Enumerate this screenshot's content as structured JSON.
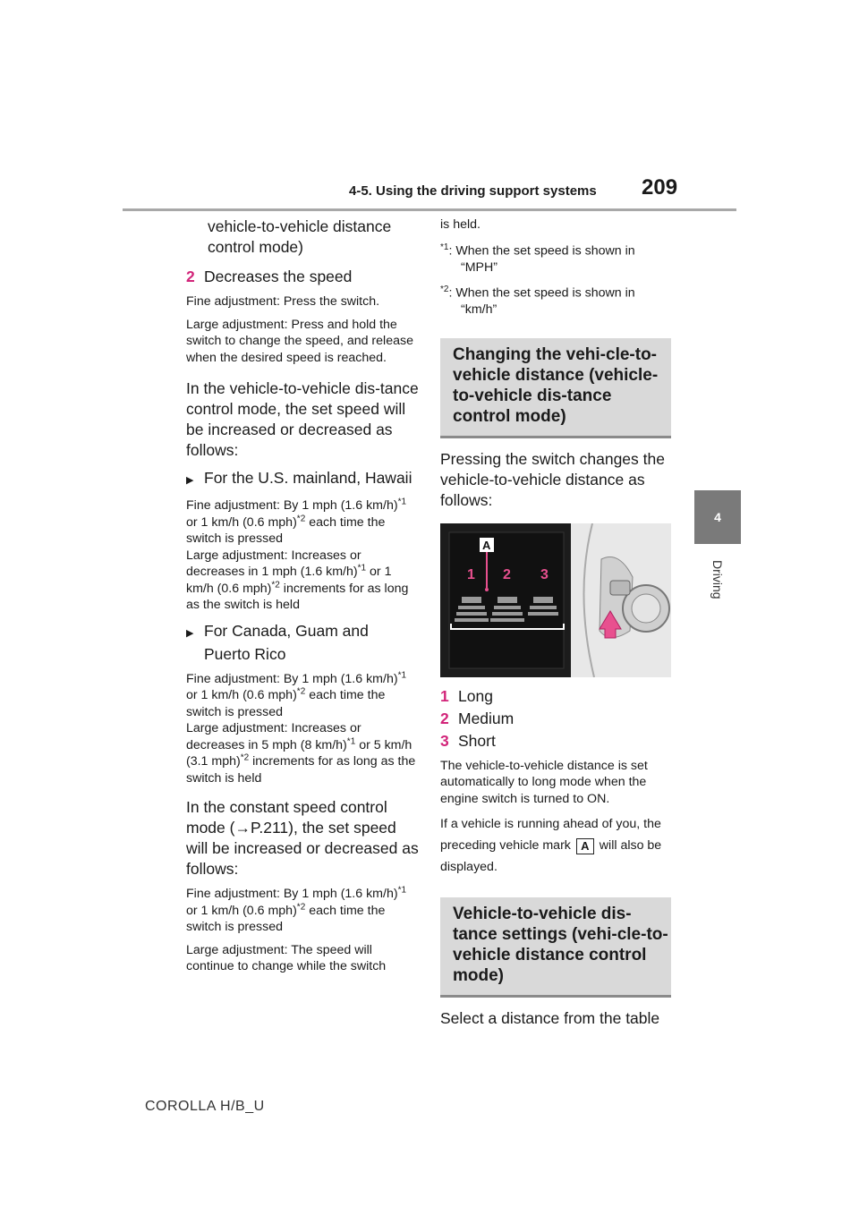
{
  "header": {
    "section": "4-5. Using the driving support systems",
    "page_number": "209"
  },
  "side_tab": {
    "chapter_number": "4",
    "chapter_label": "Driving"
  },
  "left": {
    "p1_line1": "vehicle-to-vehicle distance",
    "p1_line2": "control mode)",
    "item2_num": "2",
    "item2_text": "Decreases the speed",
    "fine_adj": "Fine adjustment: Press the switch.",
    "large_adj": "Large adjustment: Press and hold the switch to change the speed, and release when the desired speed is reached.",
    "vtv_mode_text": "In the vehicle-to-vehicle dis-tance control mode, the set speed will be increased or decreased as follows:",
    "us_heading": "For the U.S. mainland, Hawaii",
    "us_fine_a": "Fine adjustment: By 1 mph (1.6 km/h)",
    "us_fine_b": " or 1 km/h (0.6 mph)",
    "us_fine_c": " each time the switch is pressed",
    "us_large_a": "Large adjustment: Increases or decreases in 1 mph (1.6 km/h)",
    "us_large_b": " or 1 km/h (0.6 mph)",
    "us_large_c": " increments for as long as the switch is held",
    "ca_heading": "For Canada, Guam and Puerto Rico",
    "ca_fine_a": "Fine adjustment: By 1 mph (1.6 km/h)",
    "ca_fine_b": " or 1 km/h (0.6 mph)",
    "ca_fine_c": " each time the switch is pressed",
    "ca_large_a": "Large adjustment: Increases or decreases in 5 mph (8 km/h)",
    "ca_large_b": " or 5 km/h (3.1 mph)",
    "ca_large_c": " increments for as long as the switch is held",
    "const_a": "In the constant speed control mode (",
    "const_arrow": "→",
    "const_b": "P.211), the set speed will be increased or decreased as follows:",
    "const_fine_a": "Fine adjustment: By 1 mph (1.6 km/h)",
    "const_fine_b": " or 1 km/h (0.6 mph)",
    "const_fine_c": " each time the switch is pressed",
    "const_large": "Large adjustment: The speed will continue to change while the switch",
    "fn1": "*1",
    "fn2": "*2"
  },
  "right": {
    "held": "is held.",
    "note1_mark": "*1",
    "note1_text": ": When the set speed is shown in “MPH”",
    "note2_mark": "*2",
    "note2_text": ": When the set speed is shown in “km/h”",
    "heading1": "Changing the vehi-cle-to-vehicle distance (vehicle-to-vehicle dis-tance control mode)",
    "press_text": "Pressing the switch changes the vehicle-to-vehicle distance as follows:",
    "illus_labels": {
      "a": "A",
      "one": "1",
      "two": "2",
      "three": "3"
    },
    "items": [
      {
        "num": "1",
        "text": "Long"
      },
      {
        "num": "2",
        "text": "Medium"
      },
      {
        "num": "3",
        "text": "Short"
      }
    ],
    "auto_text": "The vehicle-to-vehicle distance is set automatically to long mode when the engine switch is turned to ON.",
    "running_a": "If a vehicle is running ahead of you, the preceding vehicle mark",
    "running_mark": "A",
    "running_b": "will also be displayed.",
    "heading2": "Vehicle-to-vehicle dis-tance settings (vehi-cle-to-vehicle distance control mode)",
    "select_text": "Select a distance from the table"
  },
  "footer": {
    "model": "COROLLA H/B_U"
  },
  "colors": {
    "accent": "#d2257a",
    "tab_gray": "#7a7a7a",
    "heading_bg": "#d9d9d9"
  }
}
